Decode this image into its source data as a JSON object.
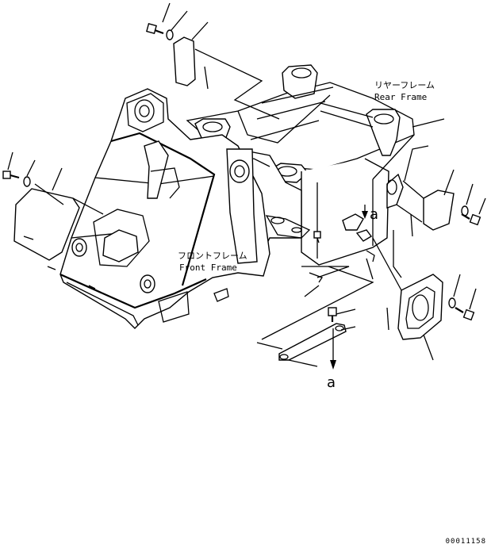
{
  "labels": {
    "rear_frame_jp": "リヤーフレーム",
    "rear_frame_en": "Rear Frame",
    "front_frame_jp": "フロントフレーム",
    "front_frame_en": "Front Frame",
    "callout_a_upper": "a",
    "callout_a_lower": "a"
  },
  "figure_number": "00011158",
  "parts": [
    "bolt-top",
    "washer-top",
    "cover-plate-top",
    "gasket-top",
    "bolt-left",
    "washer-left",
    "cover-plate-left",
    "cover-plate-right",
    "bolt-right",
    "washer-right",
    "gasket-right",
    "bolt-lower-right",
    "washer-lower-right",
    "cover-plate-lower-right",
    "gasket-lower-right",
    "bolt-bottom",
    "bar-bottom"
  ],
  "icons": [
    "bolt-icon",
    "washer-icon",
    "arrow-down-icon"
  ]
}
